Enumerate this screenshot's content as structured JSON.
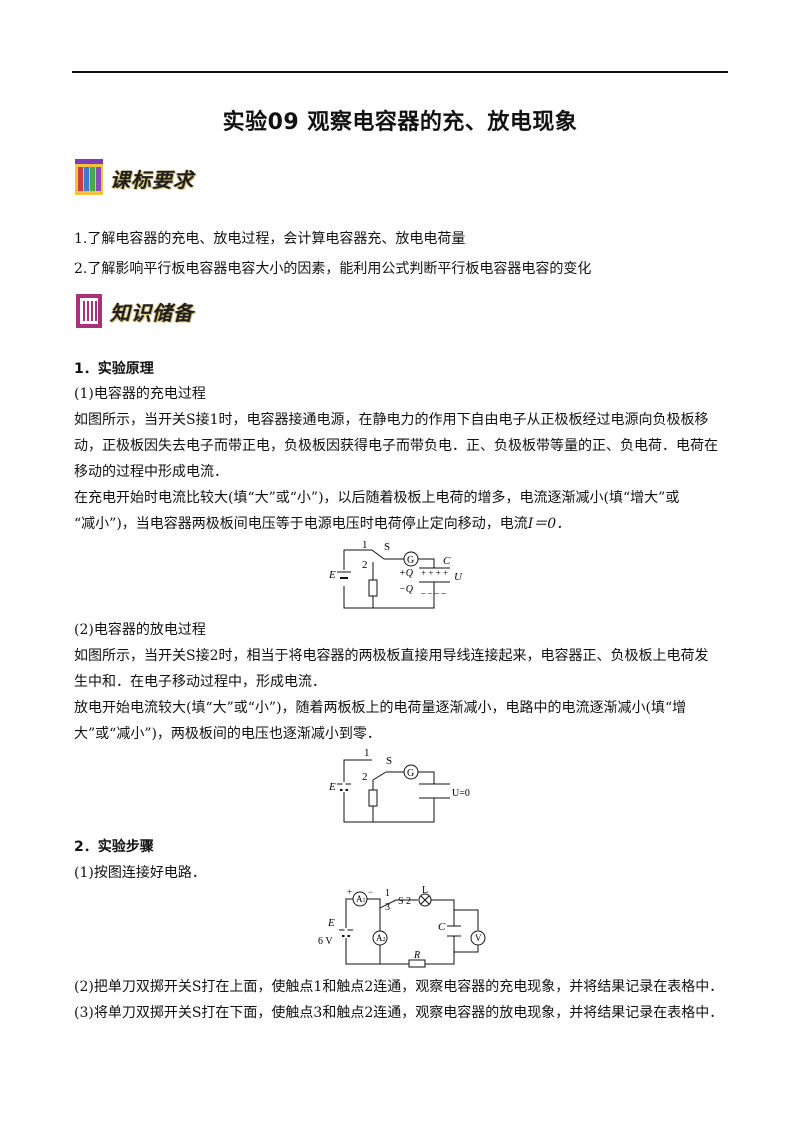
{
  "title": "实验09  观察电容器的充、放电现象",
  "banner1": {
    "label": "课标要求",
    "icon": "books-icon"
  },
  "banner2": {
    "label": "知识储备",
    "icon": "binder-icon"
  },
  "req": [
    "1.了解电容器的充电、放电过程，会计算电容器充、放电电荷量",
    "2.了解影响平行板电容器电容大小的因素，能利用公式判断平行板电容器电容的变化"
  ],
  "sec1": {
    "heading": "1．实验原理",
    "sub1": "(1)电容器的充电过程",
    "para1a": "如图所示，当开关S接1时，电容器接通电源，在静电力的作用下自由电子从正极板经过电源向负极板移",
    "para1b": "动，正极板因失去电子而带正电，负极板因获得电子而带负电．正、负极板带等量的正、负电荷．电荷在",
    "para1c": "移动的过程中形成电流．",
    "para2a": "在充电开始时电流比较大(填“大”或“小”)，以后随着极板上电荷的增多，电流逐渐减小(填“增大”或",
    "para2b": "“减小”)，当电容器两极板间电压等于电源电压时电荷停止定向移动，电流",
    "para2c": "I＝0．",
    "sub2": "(2)电容器的放电过程",
    "para3a": "如图所示，当开关S接2时，相当于将电容器的两极板直接用导线连接起来，电容器正、负极板上电荷发",
    "para3b": "生中和．在电子移动过程中，形成电流．",
    "para4a": "放电开始电流较大(填“大”或“小”)，随着两板板上的电荷量逐渐减小，电路中的电流逐渐减小(填“增",
    "para4b": "大”或“减小”)，两极板间的电压也逐渐减小到零．"
  },
  "sec2": {
    "heading": "2．实验步骤",
    "step1": "(1)按图连接好电路．",
    "step2": "(2)把单刀双掷开关S打在上面，使触点1和触点2连通，观察电容器的充电现象，并将结果记录在表格中．",
    "step3": "(3)将单刀双掷开关S打在下面，使触点3和触点2连通，观察电容器的放电现象，并将结果记录在表格中．"
  },
  "fig1": {
    "E": "E",
    "S": "S",
    "one": "1",
    "two": "2",
    "G": "G",
    "C": "C",
    "pq": "+Q",
    "nq": "−Q",
    "U": "U",
    "plus": "+ + + +",
    "minus": "– – – –"
  },
  "fig2": {
    "E": "E",
    "S": "S",
    "one": "1",
    "two": "2",
    "G": "G",
    "U0": "U=0"
  },
  "fig3": {
    "A1": "A",
    "A1s": "1",
    "A2": "A",
    "A2s": "2",
    "plusA": "+",
    "minusA": "−",
    "one": "1",
    "three": "3",
    "S2": "S 2",
    "L": "L",
    "E": "E",
    "V6": "6 V",
    "C": "C",
    "V": "V",
    "R": "R"
  }
}
